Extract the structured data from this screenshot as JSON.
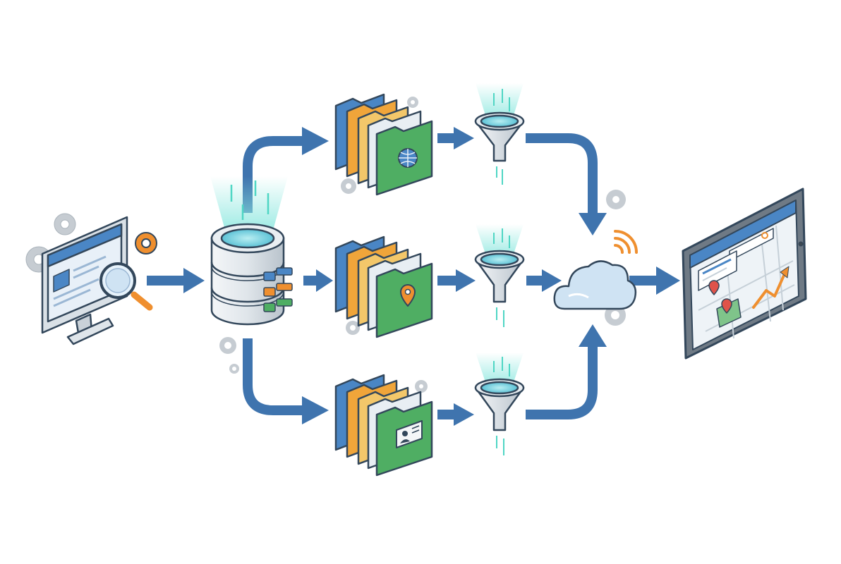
{
  "diagram": {
    "nodes": [
      {
        "id": "web-search",
        "icon": "monitor-search-icon"
      },
      {
        "id": "database",
        "icon": "database-server-icon"
      },
      {
        "id": "folders-web",
        "icon": "globe-folder-icon"
      },
      {
        "id": "folders-location",
        "icon": "location-pin-folder-icon"
      },
      {
        "id": "folders-profile",
        "icon": "id-card-folder-icon"
      },
      {
        "id": "funnel-web",
        "icon": "funnel-icon"
      },
      {
        "id": "funnel-location",
        "icon": "funnel-icon"
      },
      {
        "id": "funnel-profile",
        "icon": "funnel-icon"
      },
      {
        "id": "cloud",
        "icon": "cloud-signal-icon"
      },
      {
        "id": "tablet-dashboard",
        "icon": "tablet-map-chart-icon"
      }
    ],
    "flows": [
      [
        "web-search",
        "database"
      ],
      [
        "database",
        "folders-web"
      ],
      [
        "database",
        "folders-location"
      ],
      [
        "database",
        "folders-profile"
      ],
      [
        "folders-web",
        "funnel-web"
      ],
      [
        "folders-location",
        "funnel-location"
      ],
      [
        "folders-profile",
        "funnel-profile"
      ],
      [
        "funnel-web",
        "cloud"
      ],
      [
        "funnel-location",
        "cloud"
      ],
      [
        "funnel-profile",
        "cloud"
      ],
      [
        "cloud",
        "tablet-dashboard"
      ]
    ]
  },
  "colors": {
    "outline": "#33475b",
    "arrow": "#3f74ae",
    "arrow_dark": "#2f5f95",
    "screen_blue": "#4a86c5",
    "light_blue": "#cfe3f3",
    "aqua": "#7fd3df",
    "orange": "#ef8f2f",
    "folder_orange": "#f0a53a",
    "folder_yellow": "#f3c76a",
    "green": "#4fae63",
    "gear_gray": "#c6ccd2",
    "silver": "#dfe5ea",
    "beam": "#8fe8e0"
  }
}
